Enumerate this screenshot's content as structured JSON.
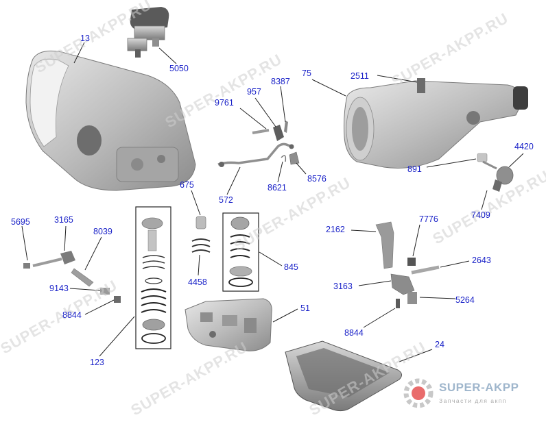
{
  "watermark": "SUPER-AKPP.RU",
  "logo": {
    "name": "SUPER-AKPP",
    "tagline": "Запчасти для акпп"
  },
  "colors": {
    "label": "#1a22c8",
    "part": "#b9b9b9",
    "dark": "#4a4a4a"
  },
  "callouts": [
    {
      "id": "13",
      "text": "13"
    },
    {
      "id": "5050",
      "text": "5050"
    },
    {
      "id": "9761",
      "text": "9761"
    },
    {
      "id": "957",
      "text": "957"
    },
    {
      "id": "8387",
      "text": "8387"
    },
    {
      "id": "75",
      "text": "75"
    },
    {
      "id": "2511",
      "text": "2511"
    },
    {
      "id": "4420",
      "text": "4420"
    },
    {
      "id": "891",
      "text": "891"
    },
    {
      "id": "7409",
      "text": "7409"
    },
    {
      "id": "572",
      "text": "572"
    },
    {
      "id": "8621",
      "text": "8621"
    },
    {
      "id": "8576",
      "text": "8576"
    },
    {
      "id": "675",
      "text": "675"
    },
    {
      "id": "5695",
      "text": "5695"
    },
    {
      "id": "3165",
      "text": "3165"
    },
    {
      "id": "8039",
      "text": "8039"
    },
    {
      "id": "9143",
      "text": "9143"
    },
    {
      "id": "8844a",
      "text": "8844"
    },
    {
      "id": "4458",
      "text": "4458"
    },
    {
      "id": "845",
      "text": "845"
    },
    {
      "id": "123",
      "text": "123"
    },
    {
      "id": "51",
      "text": "51"
    },
    {
      "id": "2162",
      "text": "2162"
    },
    {
      "id": "7776",
      "text": "7776"
    },
    {
      "id": "2643",
      "text": "2643"
    },
    {
      "id": "3163",
      "text": "3163"
    },
    {
      "id": "5264",
      "text": "5264"
    },
    {
      "id": "8844b",
      "text": "8844"
    },
    {
      "id": "24",
      "text": "24"
    }
  ]
}
